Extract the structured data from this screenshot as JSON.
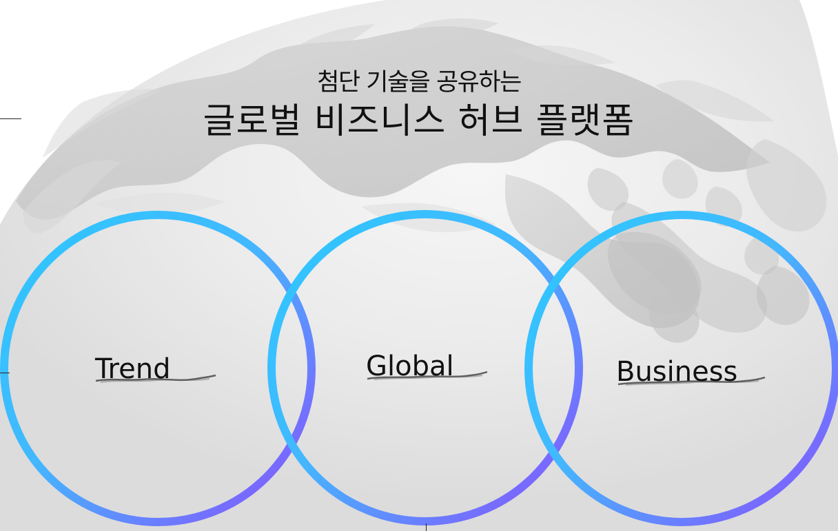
{
  "header": {
    "subtitle": "첨단 기술을 공유하는",
    "title": "글로벌 비즈니스 허브 플랫폼"
  },
  "concepts": [
    {
      "label": "Trend"
    },
    {
      "label": "Global"
    },
    {
      "label": "Business"
    }
  ],
  "visuals": {
    "background_icon": "world-map-globe-icon",
    "ring_gradient_start": "#2cc8ff",
    "ring_gradient_end": "#8b4dff",
    "text_color": "#111111"
  }
}
